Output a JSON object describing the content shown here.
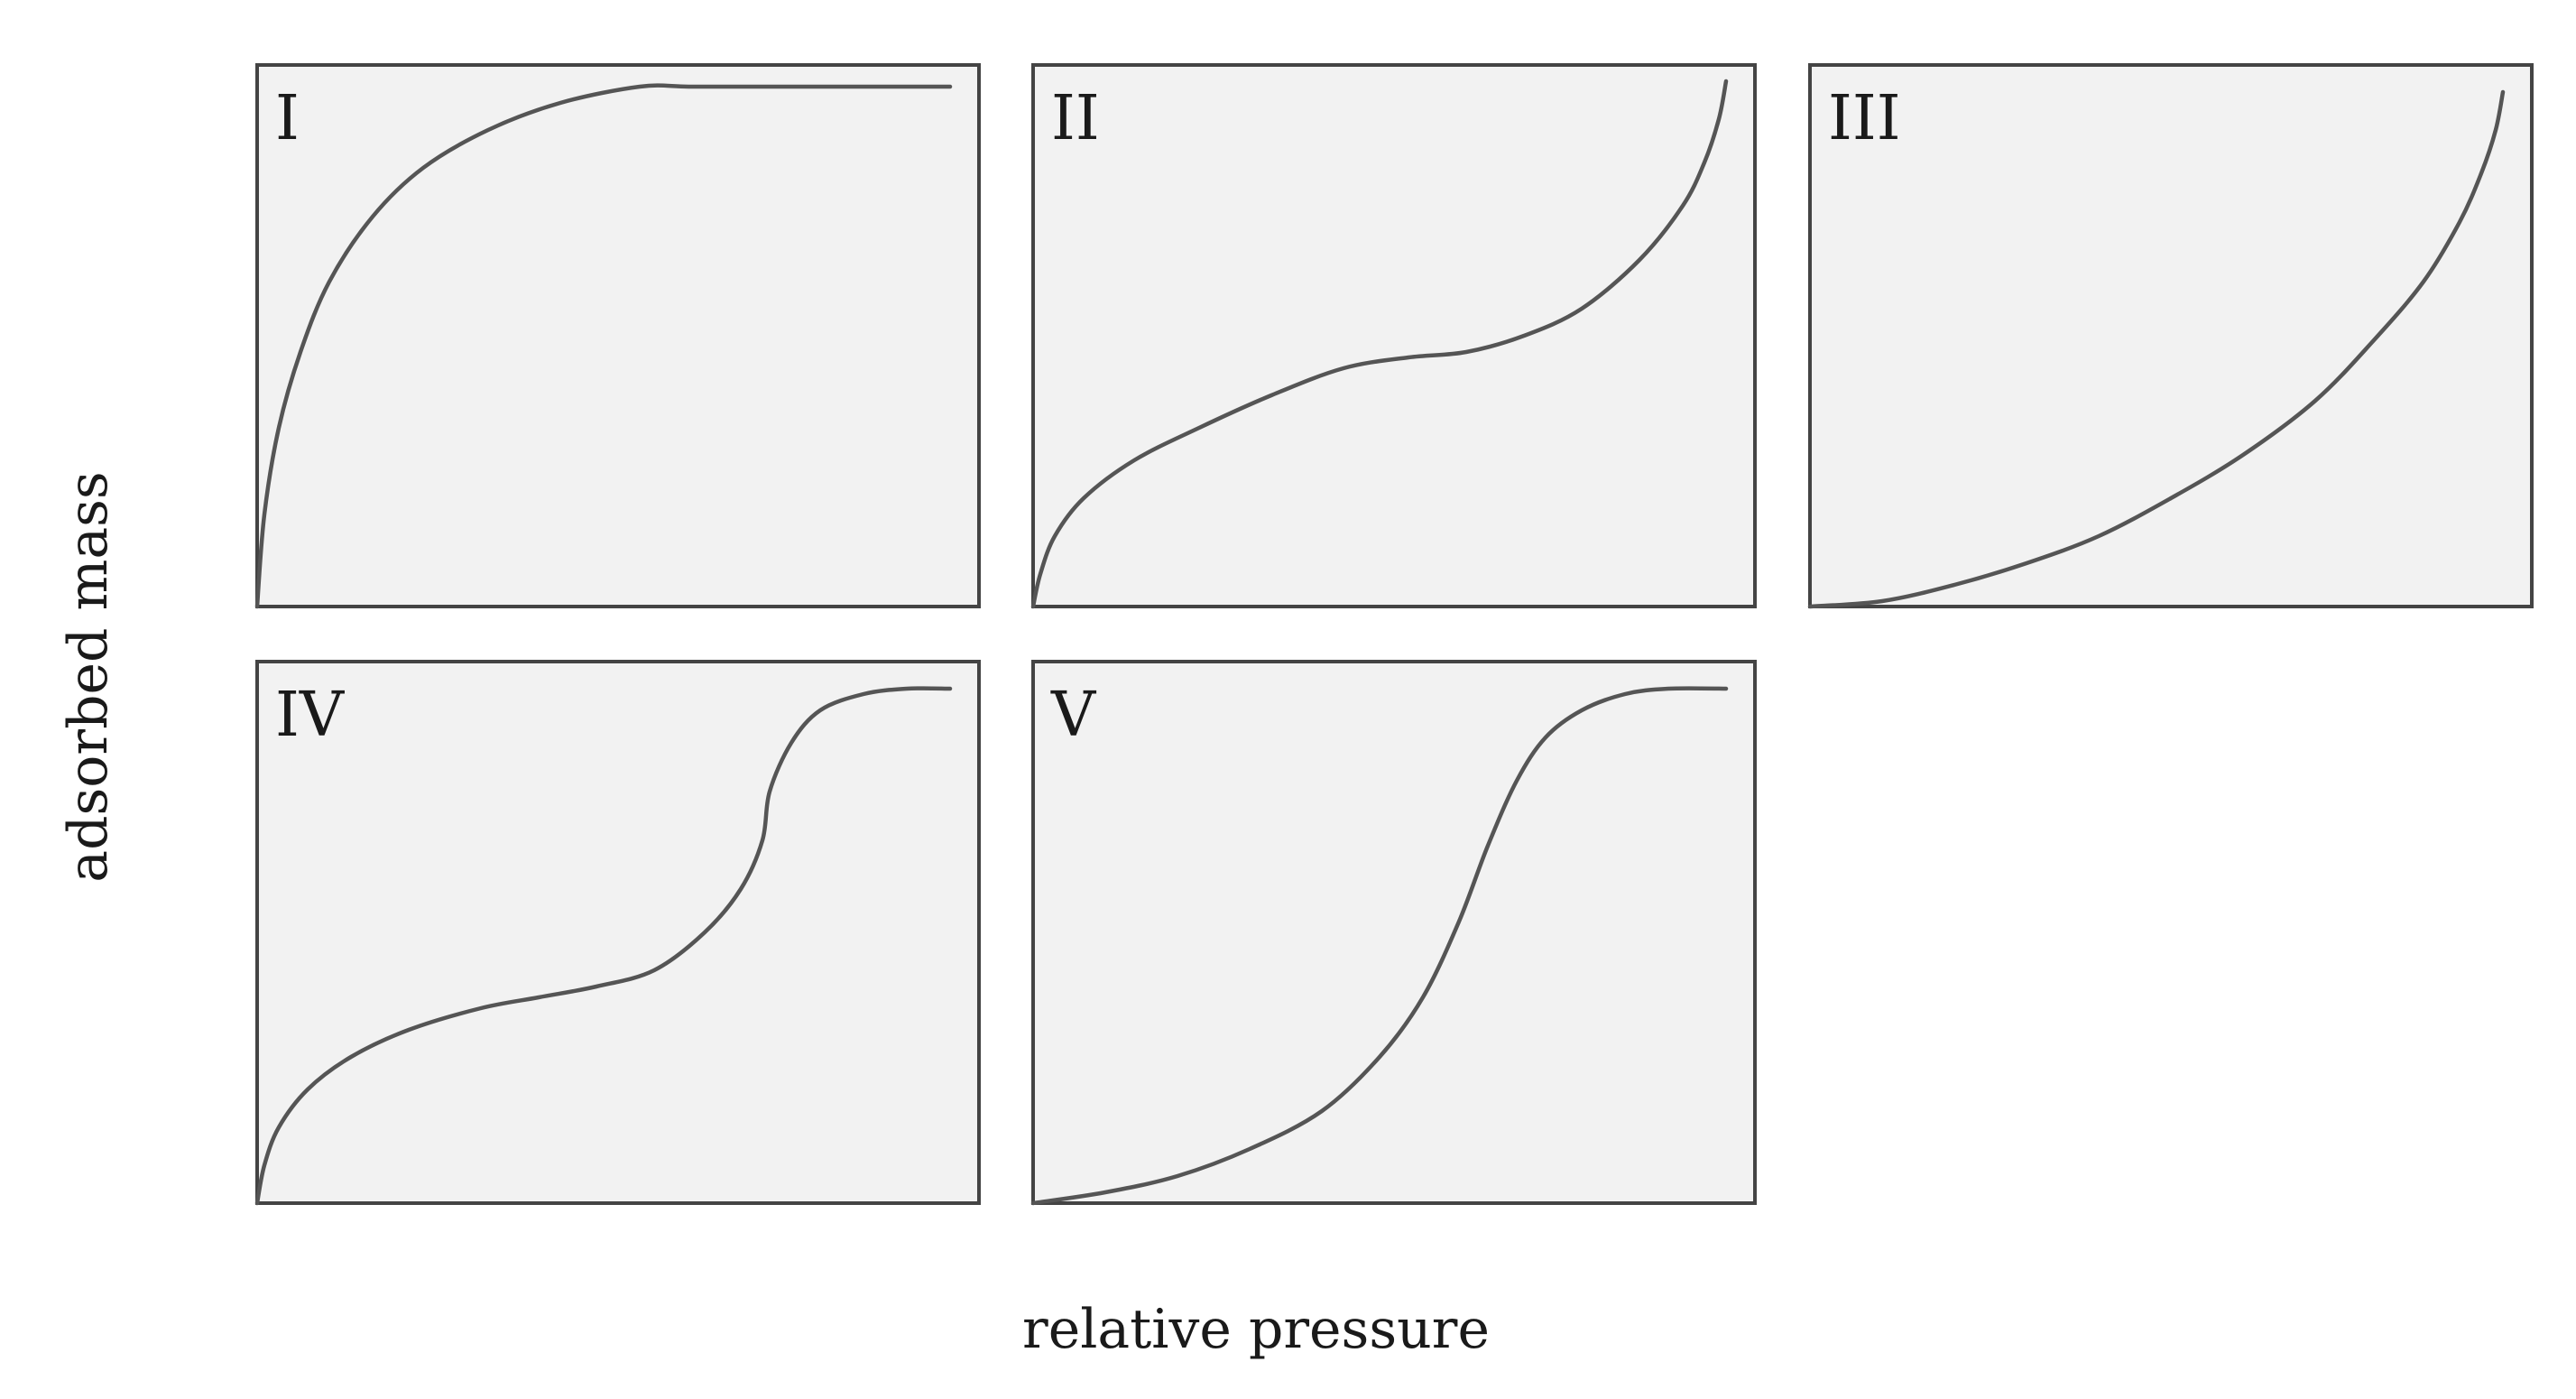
{
  "chart_data": {
    "type": "line",
    "xlabel": "relative pressure",
    "ylabel": "adsorbed mass",
    "xlim": [
      0,
      1
    ],
    "ylim": [
      0,
      1
    ],
    "grid": false,
    "panels": [
      {
        "label": "I",
        "points": [
          [
            0,
            0
          ],
          [
            0.01,
            0.17
          ],
          [
            0.03,
            0.33
          ],
          [
            0.06,
            0.47
          ],
          [
            0.1,
            0.6
          ],
          [
            0.16,
            0.72
          ],
          [
            0.23,
            0.81
          ],
          [
            0.32,
            0.88
          ],
          [
            0.42,
            0.93
          ],
          [
            0.53,
            0.96
          ],
          [
            0.6,
            0.96
          ],
          [
            0.7,
            0.96
          ],
          [
            0.8,
            0.96
          ],
          [
            0.9,
            0.96
          ],
          [
            0.96,
            0.96
          ]
        ]
      },
      {
        "label": "II",
        "points": [
          [
            0,
            0
          ],
          [
            0.01,
            0.06
          ],
          [
            0.03,
            0.13
          ],
          [
            0.07,
            0.2
          ],
          [
            0.14,
            0.27
          ],
          [
            0.23,
            0.33
          ],
          [
            0.33,
            0.39
          ],
          [
            0.43,
            0.44
          ],
          [
            0.52,
            0.46
          ],
          [
            0.6,
            0.47
          ],
          [
            0.68,
            0.5
          ],
          [
            0.76,
            0.55
          ],
          [
            0.84,
            0.64
          ],
          [
            0.9,
            0.74
          ],
          [
            0.93,
            0.82
          ],
          [
            0.95,
            0.9
          ],
          [
            0.96,
            0.97
          ]
        ]
      },
      {
        "label": "III",
        "points": [
          [
            0,
            0
          ],
          [
            0.1,
            0.01
          ],
          [
            0.2,
            0.04
          ],
          [
            0.3,
            0.08
          ],
          [
            0.4,
            0.13
          ],
          [
            0.5,
            0.2
          ],
          [
            0.6,
            0.28
          ],
          [
            0.7,
            0.38
          ],
          [
            0.78,
            0.49
          ],
          [
            0.85,
            0.6
          ],
          [
            0.9,
            0.71
          ],
          [
            0.93,
            0.8
          ],
          [
            0.95,
            0.88
          ],
          [
            0.96,
            0.95
          ]
        ]
      },
      {
        "label": "IV",
        "points": [
          [
            0,
            0
          ],
          [
            0.01,
            0.07
          ],
          [
            0.03,
            0.14
          ],
          [
            0.07,
            0.21
          ],
          [
            0.13,
            0.27
          ],
          [
            0.21,
            0.32
          ],
          [
            0.31,
            0.36
          ],
          [
            0.39,
            0.38
          ],
          [
            0.47,
            0.4
          ],
          [
            0.55,
            0.43
          ],
          [
            0.62,
            0.5
          ],
          [
            0.67,
            0.58
          ],
          [
            0.7,
            0.67
          ],
          [
            0.71,
            0.76
          ],
          [
            0.74,
            0.85
          ],
          [
            0.78,
            0.91
          ],
          [
            0.84,
            0.94
          ],
          [
            0.9,
            0.95
          ],
          [
            0.96,
            0.95
          ]
        ]
      },
      {
        "label": "V",
        "points": [
          [
            0,
            0
          ],
          [
            0.1,
            0.02
          ],
          [
            0.2,
            0.05
          ],
          [
            0.3,
            0.1
          ],
          [
            0.4,
            0.17
          ],
          [
            0.48,
            0.27
          ],
          [
            0.54,
            0.38
          ],
          [
            0.59,
            0.52
          ],
          [
            0.63,
            0.66
          ],
          [
            0.67,
            0.78
          ],
          [
            0.71,
            0.86
          ],
          [
            0.76,
            0.91
          ],
          [
            0.82,
            0.94
          ],
          [
            0.88,
            0.95
          ],
          [
            0.96,
            0.95
          ]
        ]
      }
    ]
  }
}
